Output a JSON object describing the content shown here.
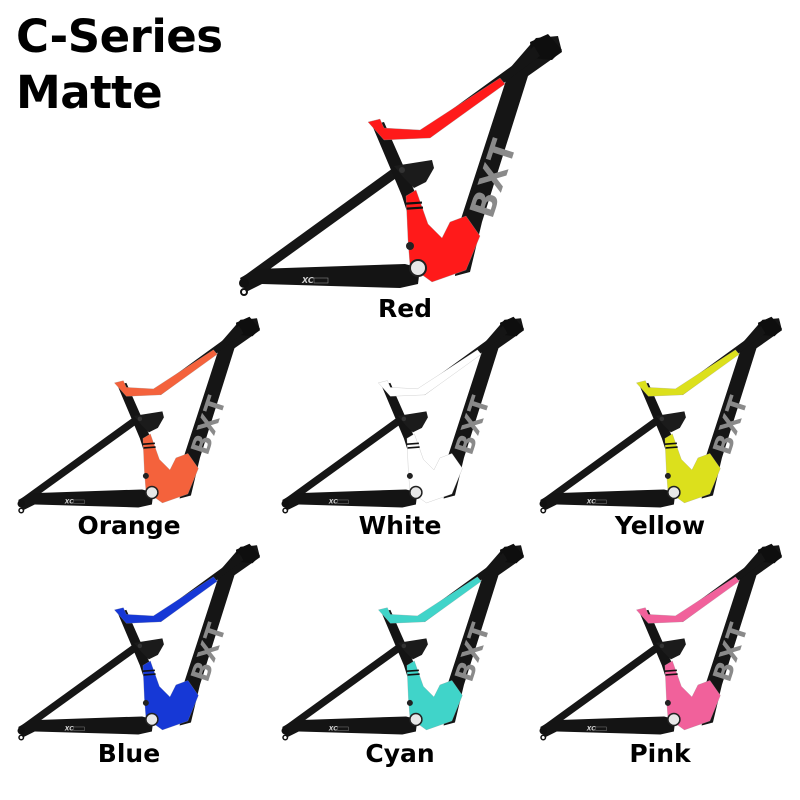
{
  "title": {
    "line1": "C-Series",
    "line2": "Matte"
  },
  "frames": [
    {
      "label": "Red",
      "color": "#ff1a1a"
    },
    {
      "label": "Orange",
      "color": "#f4623c"
    },
    {
      "label": "White",
      "color": "#ffffff"
    },
    {
      "label": "Yellow",
      "color": "#dce01c"
    },
    {
      "label": "Blue",
      "color": "#1638d6"
    },
    {
      "label": "Cyan",
      "color": "#40d4c9"
    },
    {
      "label": "Pink",
      "color": "#f1619b"
    }
  ],
  "logo_text": {
    "downtube": "BXT",
    "chainstay": "XC"
  }
}
